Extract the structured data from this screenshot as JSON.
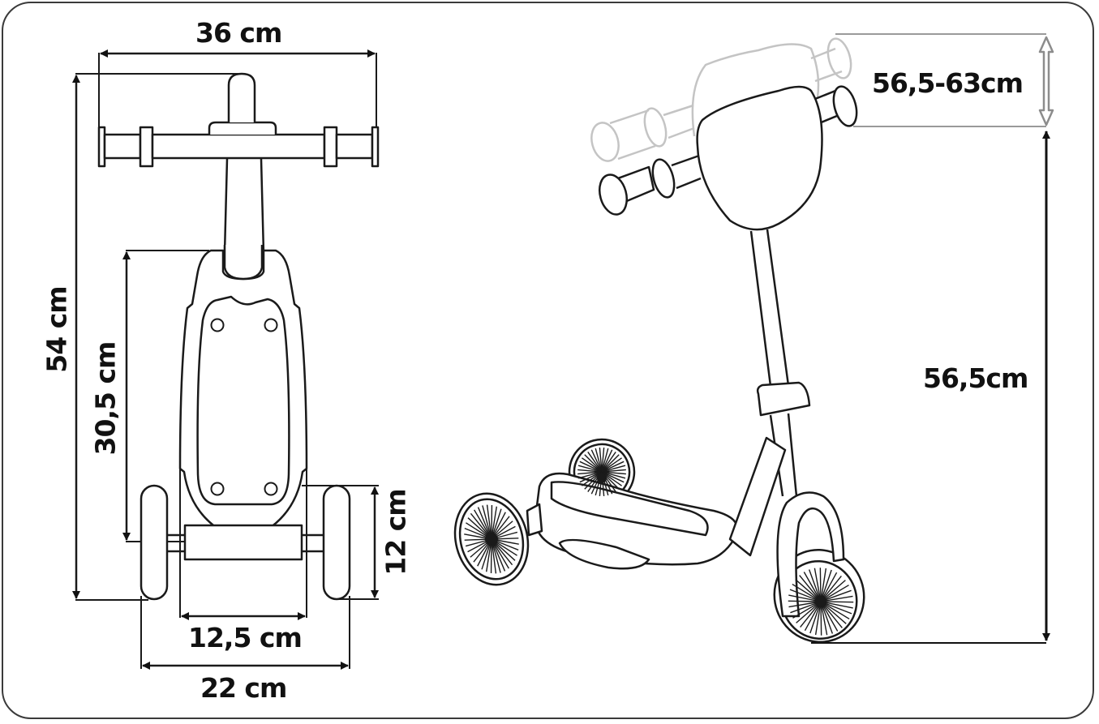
{
  "diagram": {
    "subject": "Three-wheel kids scooter dimensions",
    "views": {
      "top_view": {
        "label": "top-view",
        "dimensions": {
          "handlebar_width": "36 cm",
          "total_length": "54 cm",
          "deck_length": "30,5 cm",
          "wheel_diameter": "12 cm",
          "deck_width": "12,5 cm",
          "rear_track_width": "22 cm"
        }
      },
      "side_view": {
        "label": "perspective-view",
        "dimensions": {
          "height_adjustment_range": "56,5-63cm",
          "min_handlebar_height": "56,5cm"
        }
      }
    },
    "colors": {
      "stroke": "#1a1a1a",
      "ghost_stroke": "#c4c4c4",
      "adjust_arrow": "#8c8c8c",
      "frame": "#3a3a3a",
      "background": "#ffffff"
    }
  }
}
